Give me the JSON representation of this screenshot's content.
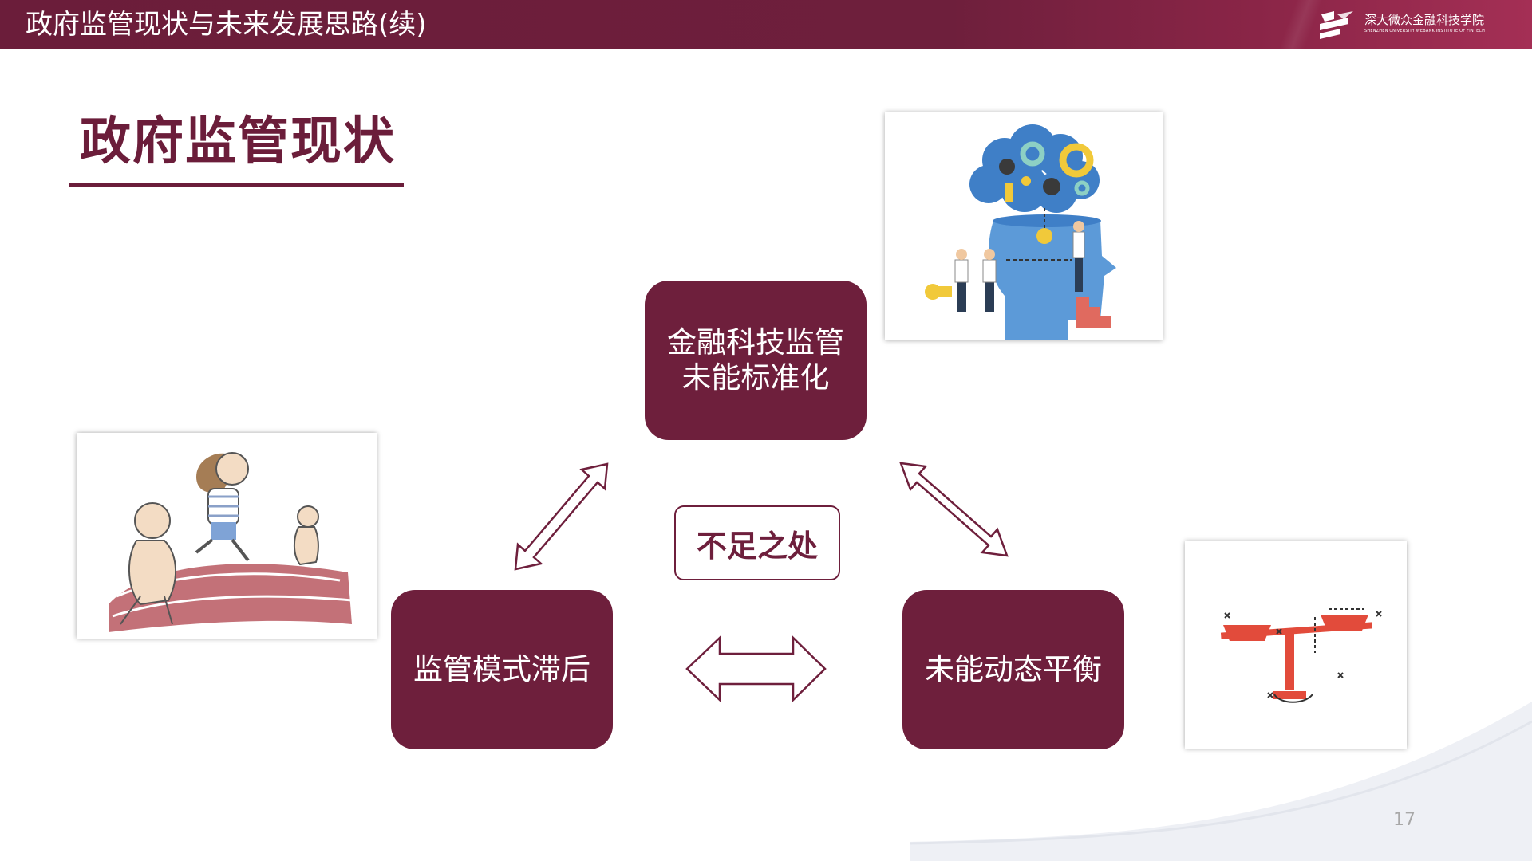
{
  "header": {
    "title": "政府监管现状与未来发展思路(续)",
    "logo_name": "深大微众金融科技学院",
    "logo_subtitle": "SHENZHEN UNIVERSITY WEBANK INSTITUTE OF FINTECH"
  },
  "section": {
    "title": "政府监管现状"
  },
  "boxes": {
    "top_line1": "金融科技监管",
    "top_line2": "未能标准化",
    "left": "监管模式滞后",
    "right": "未能动态平衡"
  },
  "center_label": "不足之处",
  "page_number": "17",
  "colors": {
    "brand": "#6e1f3c",
    "header": "#6b1d3a"
  }
}
